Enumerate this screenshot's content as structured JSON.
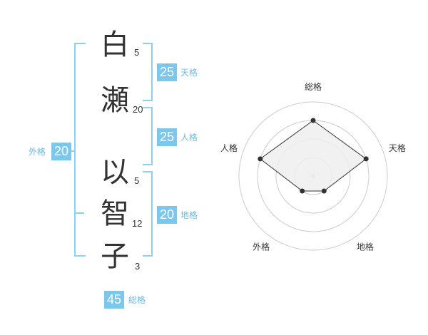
{
  "name": {
    "characters": [
      {
        "char": "白",
        "strokes": "5"
      },
      {
        "char": "瀬",
        "strokes": "20"
      },
      {
        "char": "以",
        "strokes": "5"
      },
      {
        "char": "智",
        "strokes": "12"
      },
      {
        "char": "子",
        "strokes": "3"
      }
    ]
  },
  "fortune": {
    "tenkaku": {
      "label": "天格",
      "value": "25"
    },
    "jinkaku": {
      "label": "人格",
      "value": "25"
    },
    "chikaku": {
      "label": "地格",
      "value": "20"
    },
    "gaikaku": {
      "label": "外格",
      "value": "20"
    },
    "soukaku": {
      "label": "総格",
      "value": "45"
    }
  },
  "chart_data": {
    "type": "radar",
    "axes": [
      "総格",
      "天格",
      "地格",
      "外格",
      "人格"
    ],
    "values": [
      3,
      3,
      1,
      1,
      3
    ],
    "scale_max": 4,
    "rings": 4,
    "colors": {
      "fill": "#efefef",
      "line": "#333333",
      "point": "#333333",
      "ring": "#cccccc",
      "center": "#cccccc"
    }
  },
  "colors": {
    "accent": "#7cc7ee",
    "accent_text": "#6bbbe8",
    "bracket": "#8fd0f2"
  }
}
